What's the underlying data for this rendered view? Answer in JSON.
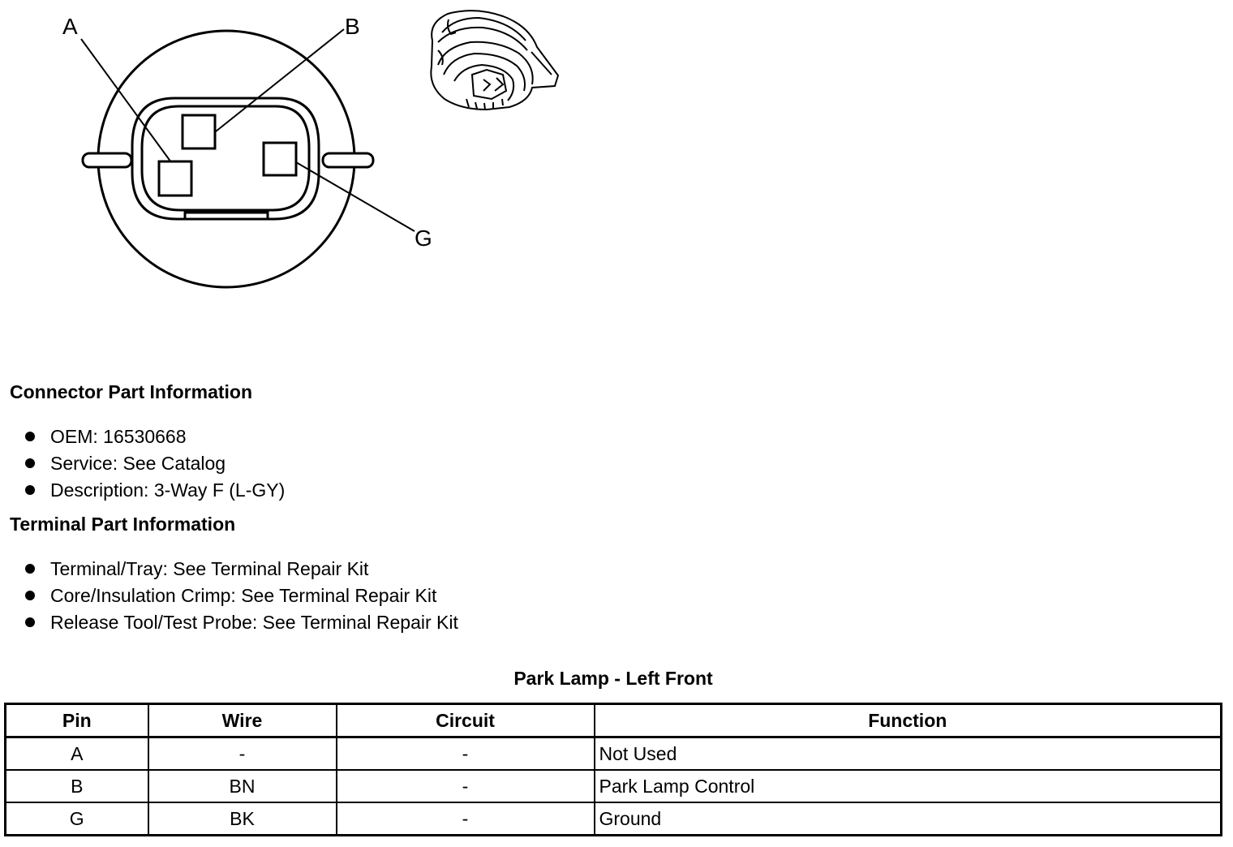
{
  "diagram": {
    "pin_labels": [
      "A",
      "B",
      "G"
    ]
  },
  "connector_section": {
    "heading": "Connector Part Information",
    "items": [
      "OEM: 16530668",
      "Service: See Catalog",
      "Description: 3-Way F (L-GY)"
    ]
  },
  "terminal_section": {
    "heading": "Terminal Part Information",
    "items": [
      "Terminal/Tray: See Terminal Repair Kit",
      "Core/Insulation Crimp: See Terminal Repair Kit",
      "Release Tool/Test Probe: See Terminal Repair Kit"
    ]
  },
  "table": {
    "title": "Park Lamp - Left Front",
    "headers": [
      "Pin",
      "Wire",
      "Circuit",
      "Function"
    ],
    "rows": [
      [
        "A",
        "-",
        "-",
        "Not Used"
      ],
      [
        "B",
        "BN",
        "-",
        "Park Lamp Control"
      ],
      [
        "G",
        "BK",
        "-",
        "Ground"
      ]
    ]
  }
}
